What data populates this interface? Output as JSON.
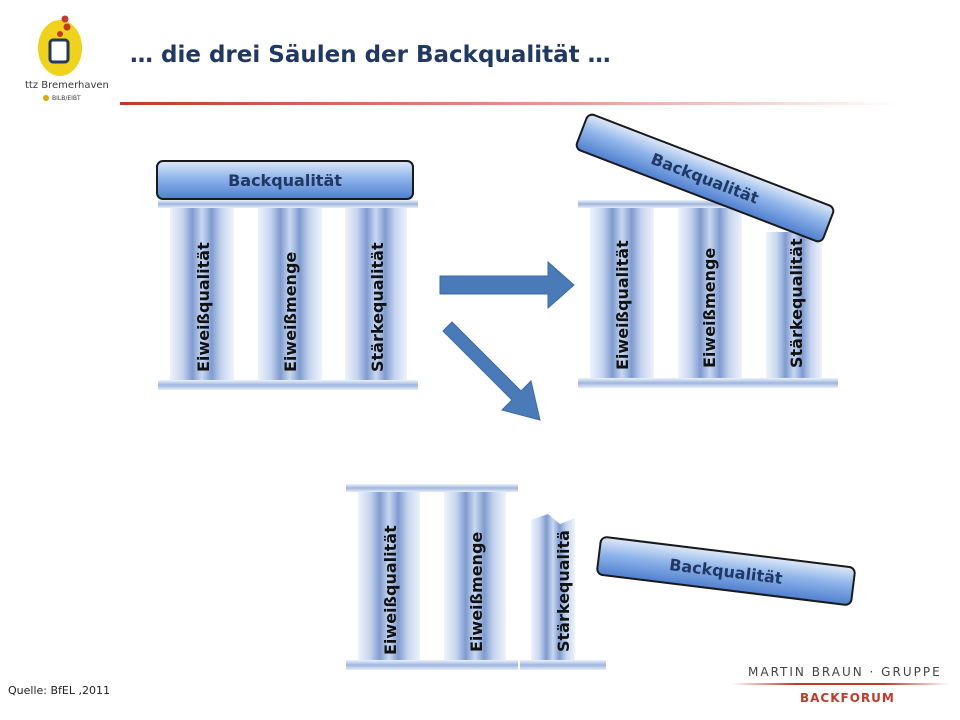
{
  "title": "… die drei Säulen der Backqualität …",
  "logo": {
    "name": "ttz Bremerhaven",
    "sub": "BILB/EIBT"
  },
  "beam_label": "Backqualität",
  "columns": [
    "Eiweißqualität",
    "Eiweißmenge",
    "Stärkequalität"
  ],
  "broken_column_label": "Stärkequalitä",
  "source": "Quelle: BfEL ,2011",
  "brand": {
    "group": "MARTIN BRAUN · GRUPPE",
    "forum": "BACKFORUM"
  },
  "colors": {
    "title": "#1f3864",
    "beam": "#5b8fd6",
    "arrow": "#4a7ab8",
    "accent": "#c0392b"
  }
}
